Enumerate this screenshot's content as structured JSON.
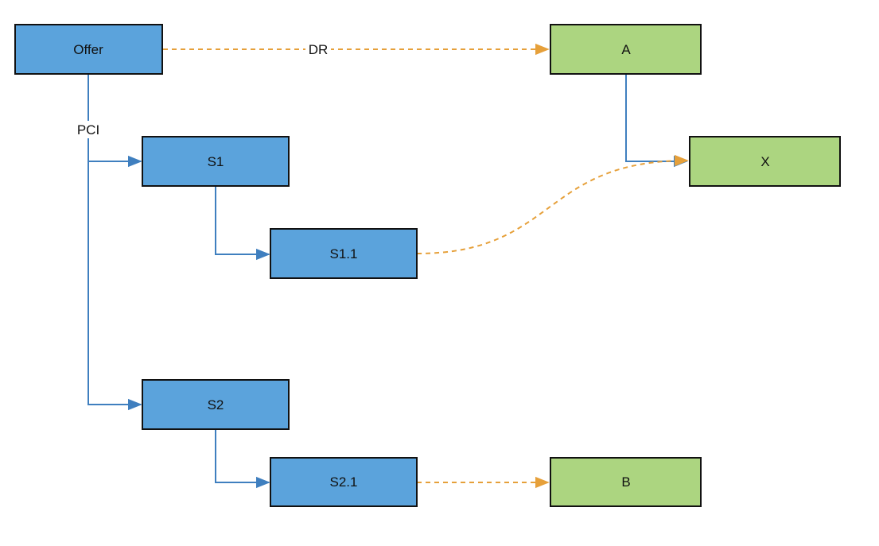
{
  "colors": {
    "blue_fill": "#5ba3dc",
    "green_fill": "#acd580",
    "blue_line": "#3f7fbf",
    "orange_line": "#e6a03a",
    "border": "#111111"
  },
  "nodes": {
    "offer": "Offer",
    "s1": "S1",
    "s1_1": "S1.1",
    "s2": "S2",
    "s2_1": "S2.1",
    "a": "A",
    "x": "X",
    "b": "B"
  },
  "edge_labels": {
    "dr": "DR",
    "pci": "PCI"
  }
}
